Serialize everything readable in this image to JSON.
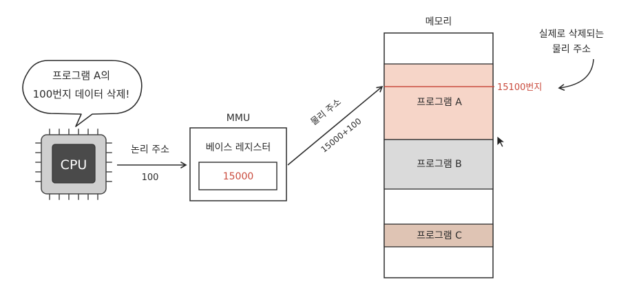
{
  "bubble": {
    "line1": "프로그램 A의",
    "line2": "100번지 데이터 삭제!"
  },
  "cpu": {
    "label": "CPU"
  },
  "logical": {
    "label": "논리 주소",
    "value": "100"
  },
  "mmu": {
    "title": "MMU",
    "register_label": "베이스 레지스터",
    "register_value": "15000"
  },
  "physical_arrow": {
    "label": "물리 주소",
    "value": "15000+100"
  },
  "memory": {
    "title": "메모리",
    "programs": [
      {
        "label": "프로그램 A",
        "color": "#f6d5c8"
      },
      {
        "label": "프로그램 B",
        "color": "#dadada"
      },
      {
        "label": "프로그램 C",
        "color": "#dfc4b4"
      }
    ],
    "target_address": "15100번지",
    "note_line1": "실제로 삭제되는",
    "note_line2": "물리 주소"
  },
  "colors": {
    "accent_red": "#c94a3c",
    "ink": "#2b2b2b"
  }
}
